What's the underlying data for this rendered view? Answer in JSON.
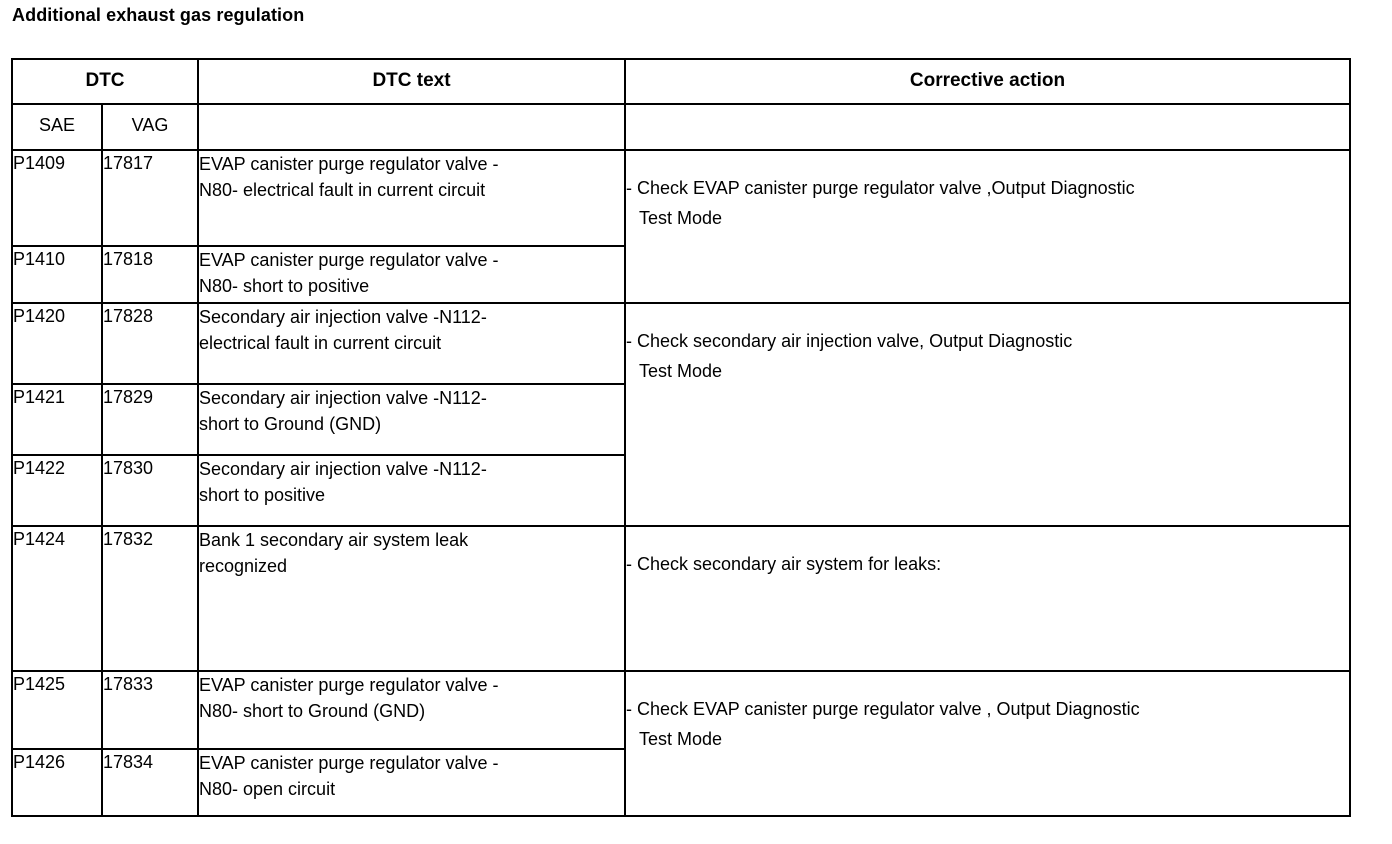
{
  "document": {
    "title": "Additional exhaust gas regulation"
  },
  "table": {
    "headers": {
      "dtc": "DTC",
      "dtc_text": "DTC text",
      "corrective_action": "Corrective action",
      "sae": "SAE",
      "vag": "VAG",
      "text_blank": "",
      "action_blank": ""
    },
    "rows": [
      {
        "sae": "P1409",
        "vag": "17817",
        "dtc_text": "EVAP canister purge regulator valve -\nN80- electrical fault in current circuit"
      },
      {
        "sae": "P1410",
        "vag": "17818",
        "dtc_text": "EVAP canister purge regulator valve -\nN80- short to positive"
      },
      {
        "sae": "P1420",
        "vag": "17828",
        "dtc_text": "Secondary air injection valve -N112-\nelectrical fault in current circuit"
      },
      {
        "sae": "P1421",
        "vag": "17829",
        "dtc_text": "Secondary air injection valve -N112-\nshort to Ground (GND)"
      },
      {
        "sae": "P1422",
        "vag": "17830",
        "dtc_text": "Secondary air injection valve -N112-\nshort to positive"
      },
      {
        "sae": "P1424",
        "vag": "17832",
        "dtc_text": "Bank 1 secondary air system leak\nrecognized"
      },
      {
        "sae": "P1425",
        "vag": "17833",
        "dtc_text": "EVAP canister purge regulator valve -\nN80- short to Ground (GND)"
      },
      {
        "sae": "P1426",
        "vag": "17834",
        "dtc_text": "EVAP canister purge regulator valve -\nN80- open circuit"
      }
    ],
    "corrective_actions": [
      {
        "text": "- Check EVAP canister purge regulator valve ,Output Diagnostic\nTest Mode",
        "spans_rows": 2
      },
      {
        "text": "- Check secondary air injection valve, Output Diagnostic\nTest Mode",
        "spans_rows": 3
      },
      {
        "text": "- Check secondary air system for leaks:",
        "spans_rows": 1
      },
      {
        "text": "- Check EVAP canister purge regulator valve , Output Diagnostic\nTest Mode",
        "spans_rows": 2
      }
    ]
  }
}
